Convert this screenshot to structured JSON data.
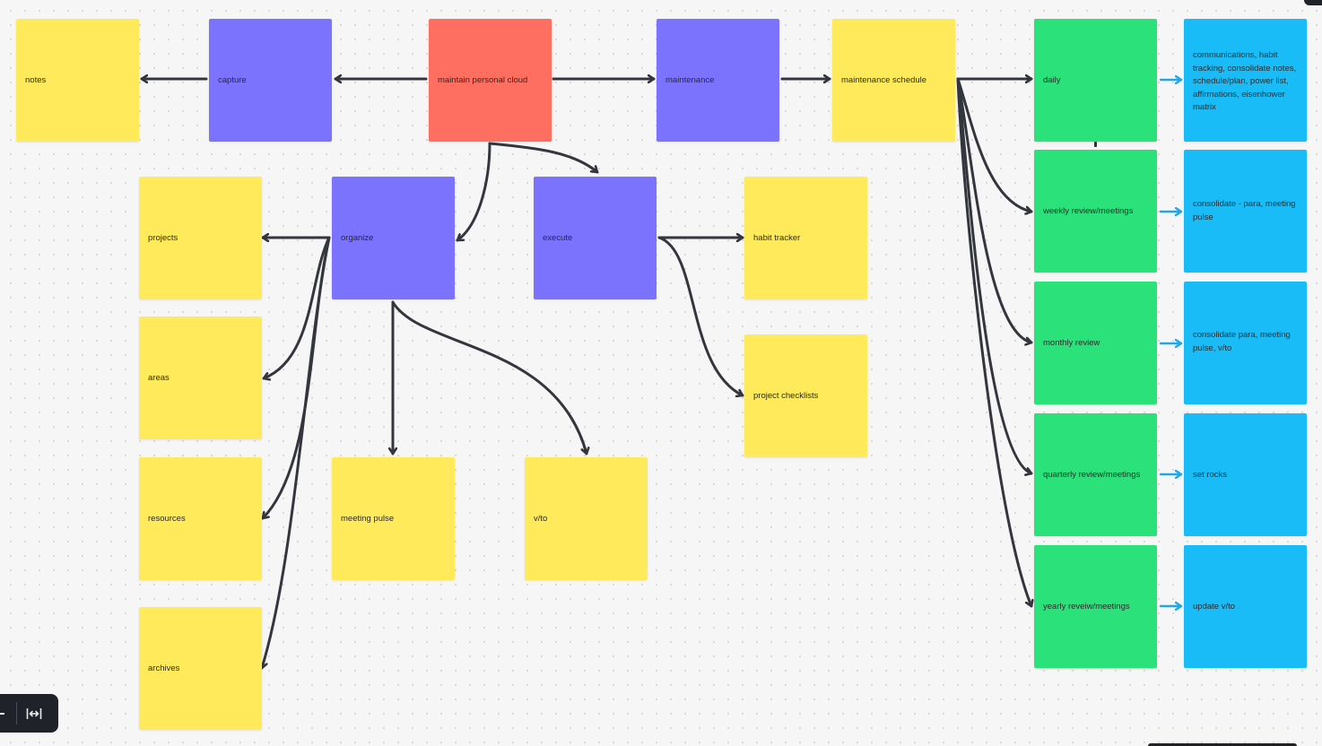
{
  "stickies": {
    "notes": "notes",
    "capture": "capture",
    "maintain_personal_cloud": "maintain personal cloud",
    "maintenance": "maintenance",
    "maintenance_schedule": "maintenance schedule",
    "daily": "daily",
    "weekly": "weekly review/meetings",
    "monthly": "monthly review",
    "quarterly": "quarterly review/meetings",
    "yearly": "yearly reveiw/meetings",
    "daily_detail": "communications, habit tracking, consolidate notes, schedule/plan, power list, affirmations, eisenhower matrix",
    "weekly_detail": "consolidate  - para, meeting pulse",
    "monthly_detail": "consolidate para, meeting pulse, v/to",
    "quarterly_detail": "set rocks",
    "yearly_detail": "update v/to",
    "projects": "projects",
    "areas": "areas",
    "resources": "resources",
    "archives": "archives",
    "organize": "organize",
    "execute": "execute",
    "habit_tracker": "habit tracker",
    "project_checklists": "project checklists",
    "meeting_pulse": "meeting pulse",
    "vto": "v/to"
  },
  "colors": {
    "yellow": "#ffea5c",
    "purple": "#7b73fd",
    "red": "#ff6f61",
    "green": "#2be27a",
    "blue": "#19bcf6",
    "connector": "#33363d",
    "connector_blue": "#1fa8e8",
    "canvas": "#f6f6f6"
  },
  "toolbar": {
    "zoom_out_icon": "minus-icon",
    "fit_icon": "fit-width-icon"
  }
}
